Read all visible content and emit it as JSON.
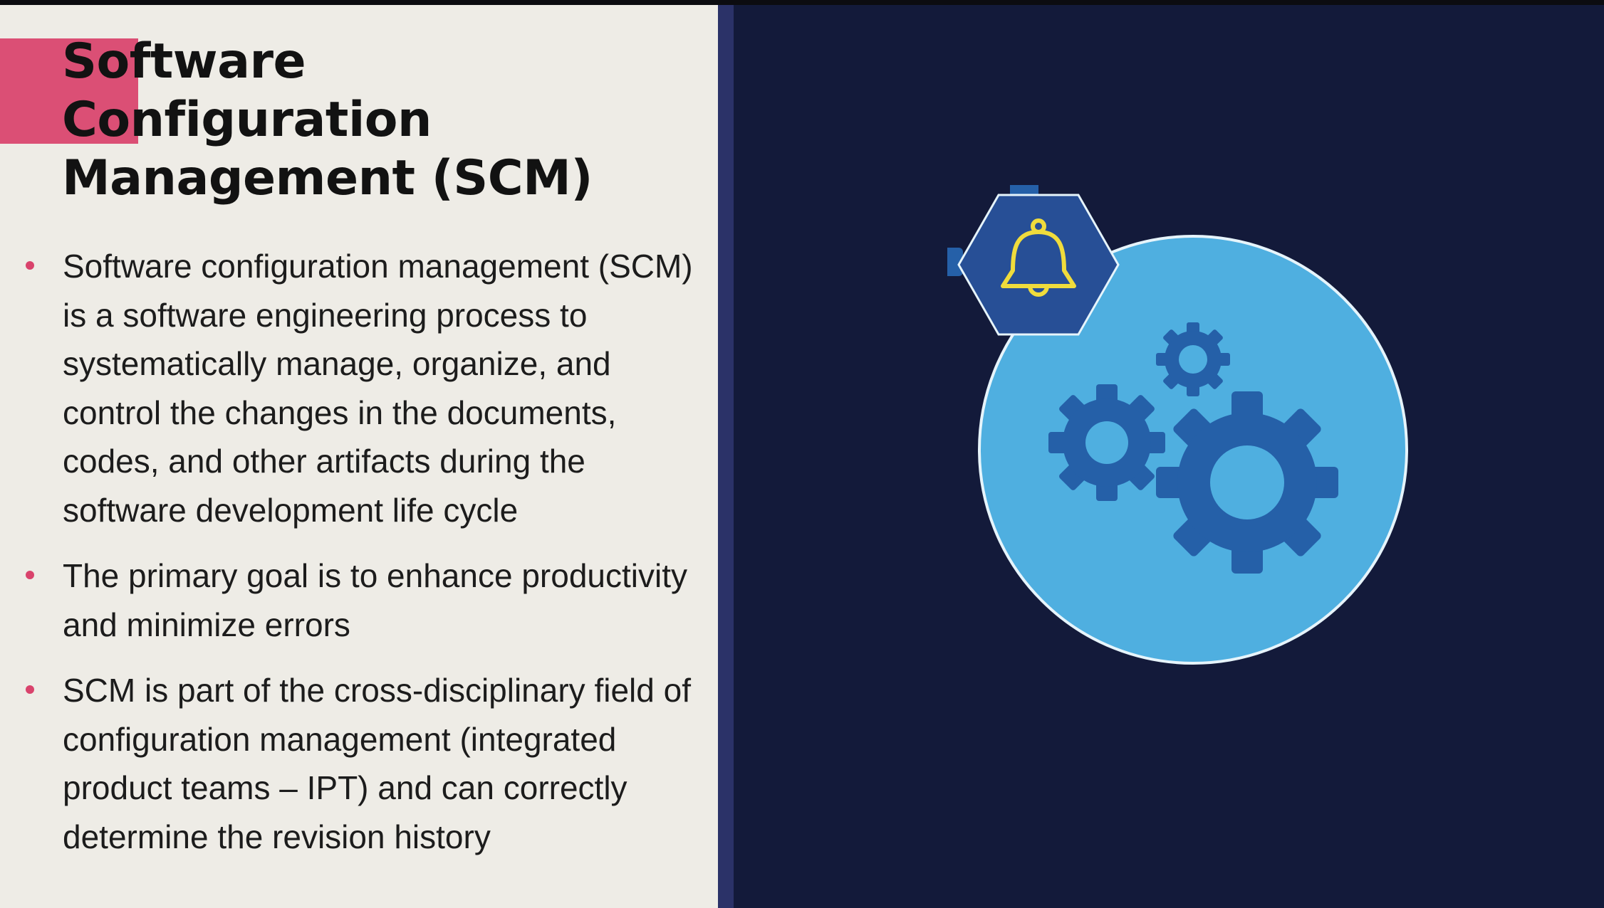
{
  "slide": {
    "title_lines": [
      "Software",
      "Configuration",
      "Management (SCM)"
    ],
    "bullets": [
      "Software configuration management (SCM) is a software engineering process to systematically manage, organize, and control the changes in the documents, codes, and other artifacts during the software development life cycle",
      "The primary goal is to enhance productivity and minimize errors",
      "SCM is part of the cross-disciplinary field of configuration management (integrated product teams – IPT) and can correctly determine the revision history"
    ]
  },
  "graphic": {
    "icons": [
      "bell-icon",
      "gears-icon"
    ]
  },
  "colors": {
    "left_background": "#eeece6",
    "right_background": "#131a3a",
    "accent": "#d9436c",
    "circle": "#4fafe0",
    "gears": "#2560a8",
    "hexagon": "#274f96",
    "bell": "#f0dc3c"
  }
}
